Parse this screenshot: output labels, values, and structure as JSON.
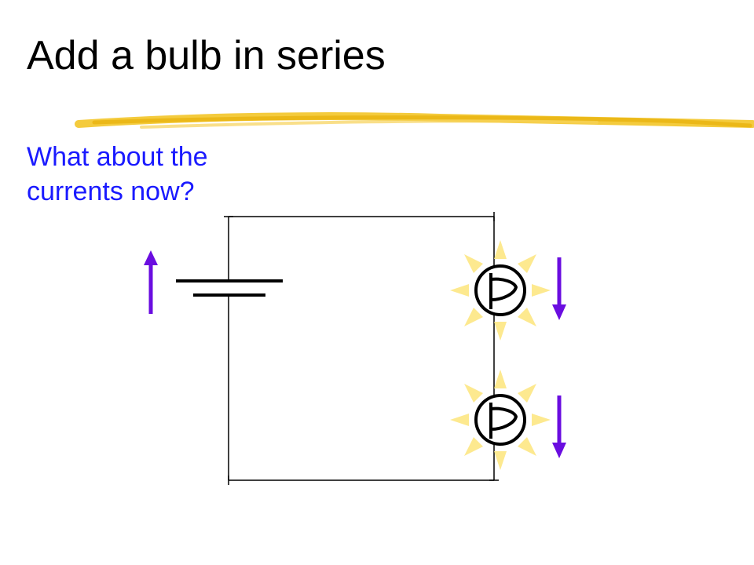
{
  "slide": {
    "title": "Add a bulb in series",
    "question": {
      "line1": "What about the",
      "line2": "currents now?"
    }
  },
  "colors": {
    "title_text": "#000000",
    "question_text": "#1a1aff",
    "highlight_stroke": "#f2c21b",
    "wire": "#000000",
    "current_arrow": "#6a0de0",
    "bulb_glow": "#fde98f"
  },
  "icons": {
    "battery": "battery-symbol-icon",
    "bulb": "lamp-symbol-icon",
    "arrow_up": "current-arrow-up-icon",
    "arrow_down": "current-arrow-down-icon"
  }
}
